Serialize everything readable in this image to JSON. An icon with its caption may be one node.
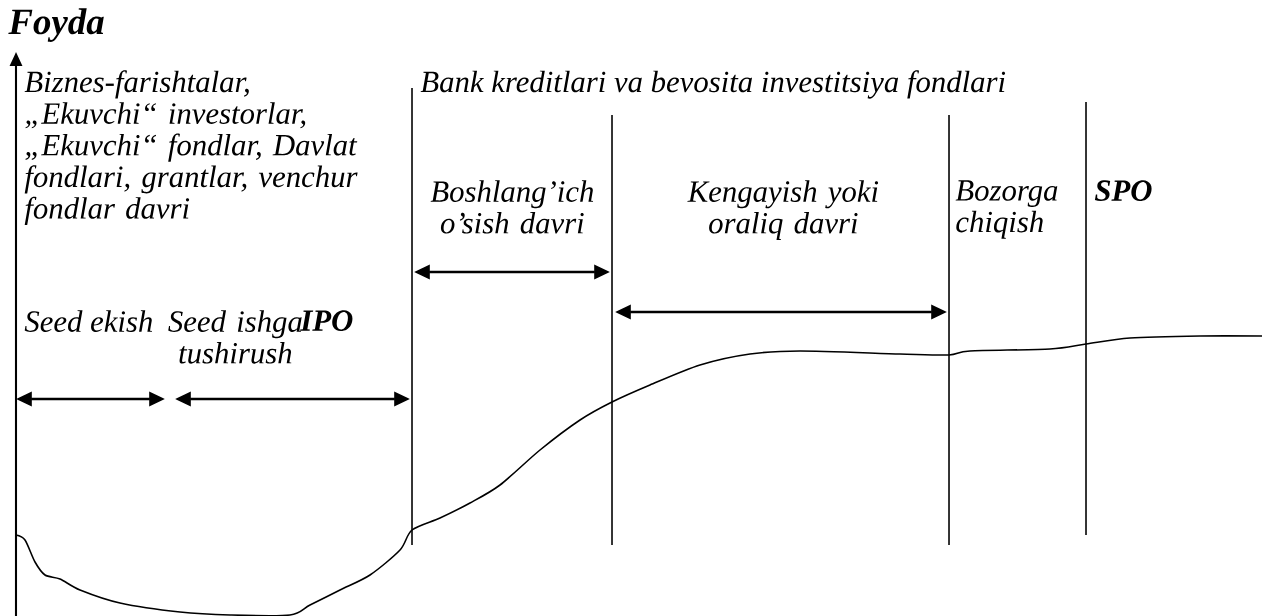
{
  "diagram": {
    "labels": [
      "Foyda",
      "Biznes-farishtalar, „Ekuvchi“ investorlar, „Ekuvchi“ fondlar, Davlat fondlari, grantlar, venchur fondlar davri",
      "Bank kreditlari va bevosita investitsiya fondlari",
      "Boshlang’ich o’sish davri",
      "Kengayish yoki oraliq davri",
      "Bozorga chiqish",
      "SPO",
      "Seed ekish",
      "Seed ishga tushirush",
      "IPO"
    ]
  }
}
